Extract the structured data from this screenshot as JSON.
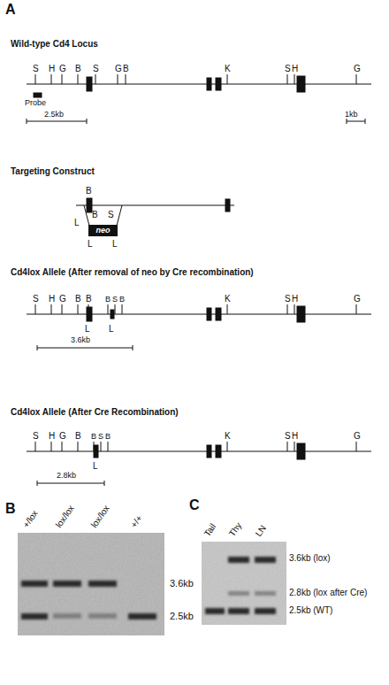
{
  "diagram": {
    "nodes": [
      {
        "text": [
          "neo"
        ]
      }
    ],
    "labels": [
      "A",
      "Wild-type Cd4 Locus",
      "S",
      "H",
      "G",
      "B",
      "S",
      "G",
      "B",
      "K",
      "S",
      "H",
      "G",
      "Probe",
      "2.5kb",
      "1kb",
      "Targeting Construct",
      "B",
      "L",
      "B",
      "S",
      "L",
      "L",
      "Cd4lox Allele (After removal of neo by Cre recombination)",
      "S",
      "H",
      "G",
      "B",
      "B",
      "B",
      "S",
      "B",
      "K",
      "S",
      "H",
      "G",
      "L",
      "L",
      "3.6kb",
      "Cd4lox Allele (After Cre Recombination)",
      "S",
      "H",
      "G",
      "B",
      "B",
      "S",
      "B",
      "K",
      "S",
      "H",
      "G",
      "L",
      "2.8kb",
      "B",
      "+/lox",
      "lox/lox",
      "lox/lox",
      "+/+",
      "3.6kb",
      "2.5kb",
      "C",
      "Tail",
      "Thy",
      "LN",
      "3.6kb (lox)",
      "2.8kb (lox after Cre)",
      "2.5kb (WT)"
    ]
  }
}
